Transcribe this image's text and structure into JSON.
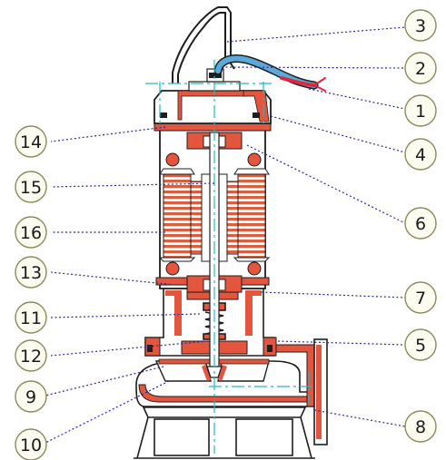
{
  "diagram": {
    "callouts": [
      {
        "label": "1",
        "side": "right"
      },
      {
        "label": "2",
        "side": "right"
      },
      {
        "label": "3",
        "side": "right"
      },
      {
        "label": "4",
        "side": "right"
      },
      {
        "label": "5",
        "side": "right"
      },
      {
        "label": "6",
        "side": "right"
      },
      {
        "label": "7",
        "side": "right"
      },
      {
        "label": "8",
        "side": "right"
      },
      {
        "label": "9",
        "side": "left"
      },
      {
        "label": "10",
        "side": "left"
      },
      {
        "label": "11",
        "side": "left"
      },
      {
        "label": "12",
        "side": "left"
      },
      {
        "label": "13",
        "side": "left"
      },
      {
        "label": "14",
        "side": "left"
      },
      {
        "label": "15",
        "side": "left"
      },
      {
        "label": "16",
        "side": "left"
      }
    ],
    "colors": {
      "section": "#e3553c",
      "winding": "#d9603f",
      "outline": "#1e1e1e",
      "centerline": "#20b9c9",
      "leader": "#2a2a9a",
      "cable": "#5aa9d6",
      "cable_tip": "#e0263a",
      "bubble_fill": "#fdfcf0",
      "bubble_stroke": "#8a8a5a"
    }
  }
}
